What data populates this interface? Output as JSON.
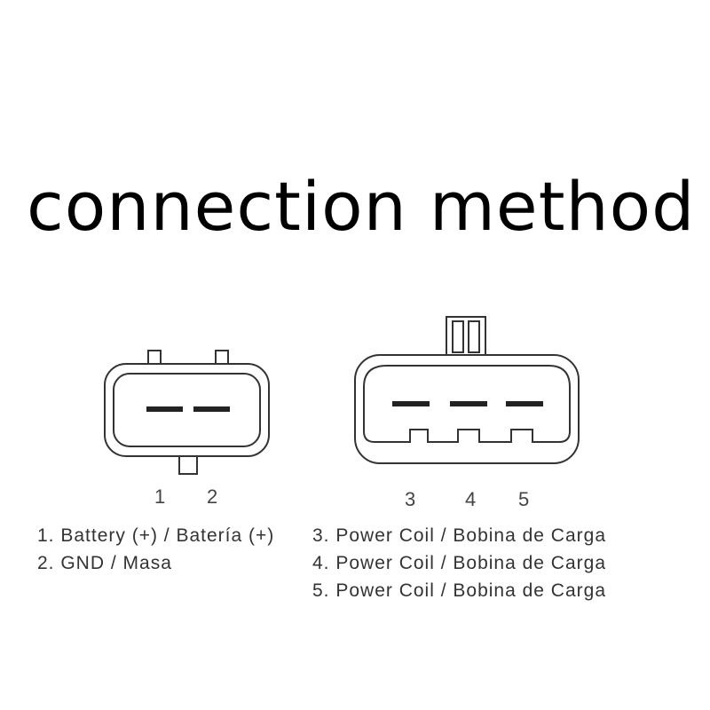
{
  "title": "connection method",
  "connector_a": {
    "pins": [
      "1",
      "2"
    ]
  },
  "connector_b": {
    "pins": [
      "3",
      "4",
      "5"
    ]
  },
  "legend_left": [
    "1. Battery (+) / Batería (+)",
    "2. GND / Masa"
  ],
  "legend_right": [
    "3. Power Coil / Bobina de Carga",
    "4. Power Coil / Bobina de Carga",
    "5. Power Coil / Bobina de Carga"
  ]
}
